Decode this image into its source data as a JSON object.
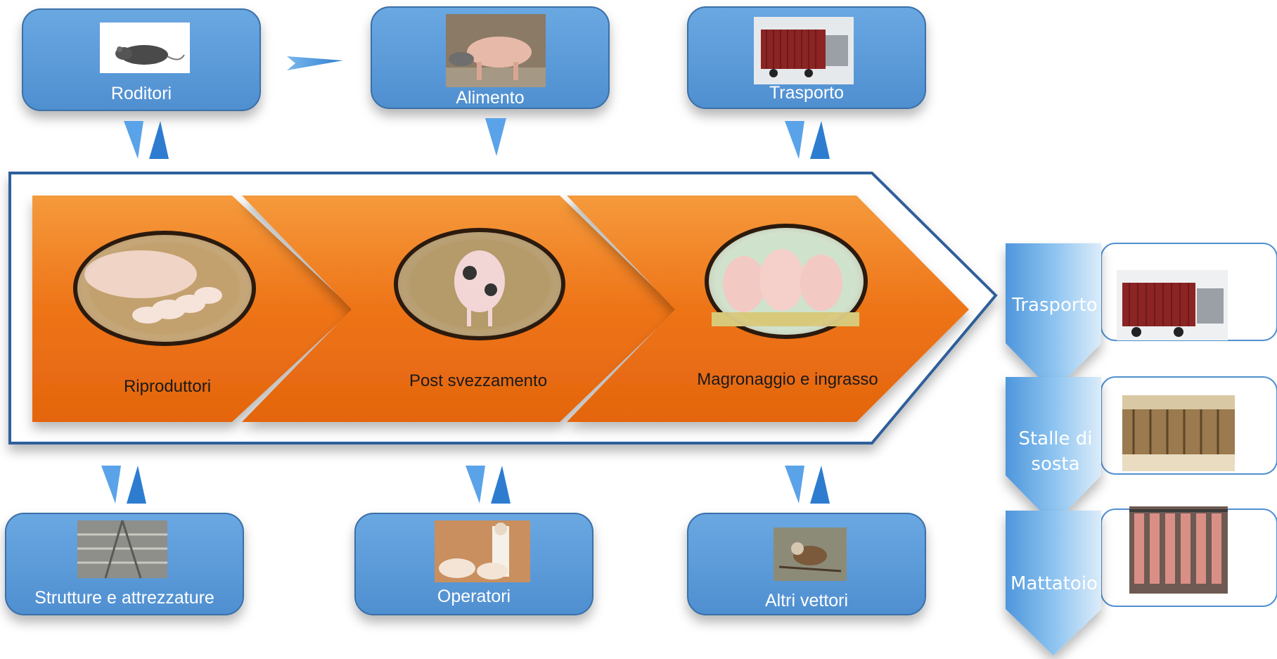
{
  "factors_top": [
    {
      "id": "roditori",
      "label": "Roditori",
      "icon": "rat-icon"
    },
    {
      "id": "alimento",
      "label": "Alimento",
      "icon": "pig-feeding-icon"
    },
    {
      "id": "trasporto",
      "label": "Trasporto",
      "icon": "truck-icon"
    }
  ],
  "factors_bottom": [
    {
      "id": "strutture",
      "label": "Strutture e attrezzature",
      "icon": "barn-interior-icon"
    },
    {
      "id": "operatori",
      "label": "Operatori",
      "icon": "farm-worker-icon"
    },
    {
      "id": "altri-vettori",
      "label": "Altri vettori",
      "icon": "sparrow-icon"
    }
  ],
  "stages": [
    {
      "id": "riproduttori",
      "label": "Riproduttori",
      "icon": "sow-with-piglets-icon"
    },
    {
      "id": "post-svezzamento",
      "label": "Post svezzamento",
      "icon": "piglet-icon"
    },
    {
      "id": "magronaggio",
      "label": "Magronaggio e ingrasso",
      "icon": "fattening-pigs-icon"
    }
  ],
  "chain": [
    {
      "id": "trasporto-chain",
      "label": "Trasporto",
      "icon": "truck-icon"
    },
    {
      "id": "stalle",
      "label": "Stalle di sosta",
      "icon": "stable-icon"
    },
    {
      "id": "mattatoio",
      "label": "Mattatoio",
      "icon": "carcass-icon"
    }
  ],
  "colors": {
    "box_fill": "#5b9bd5",
    "box_stroke": "#3a6fa8",
    "stage_fill": "#f07820",
    "frame_stroke": "#2e5f9a",
    "arrow_fill": "#3d8fe0"
  }
}
